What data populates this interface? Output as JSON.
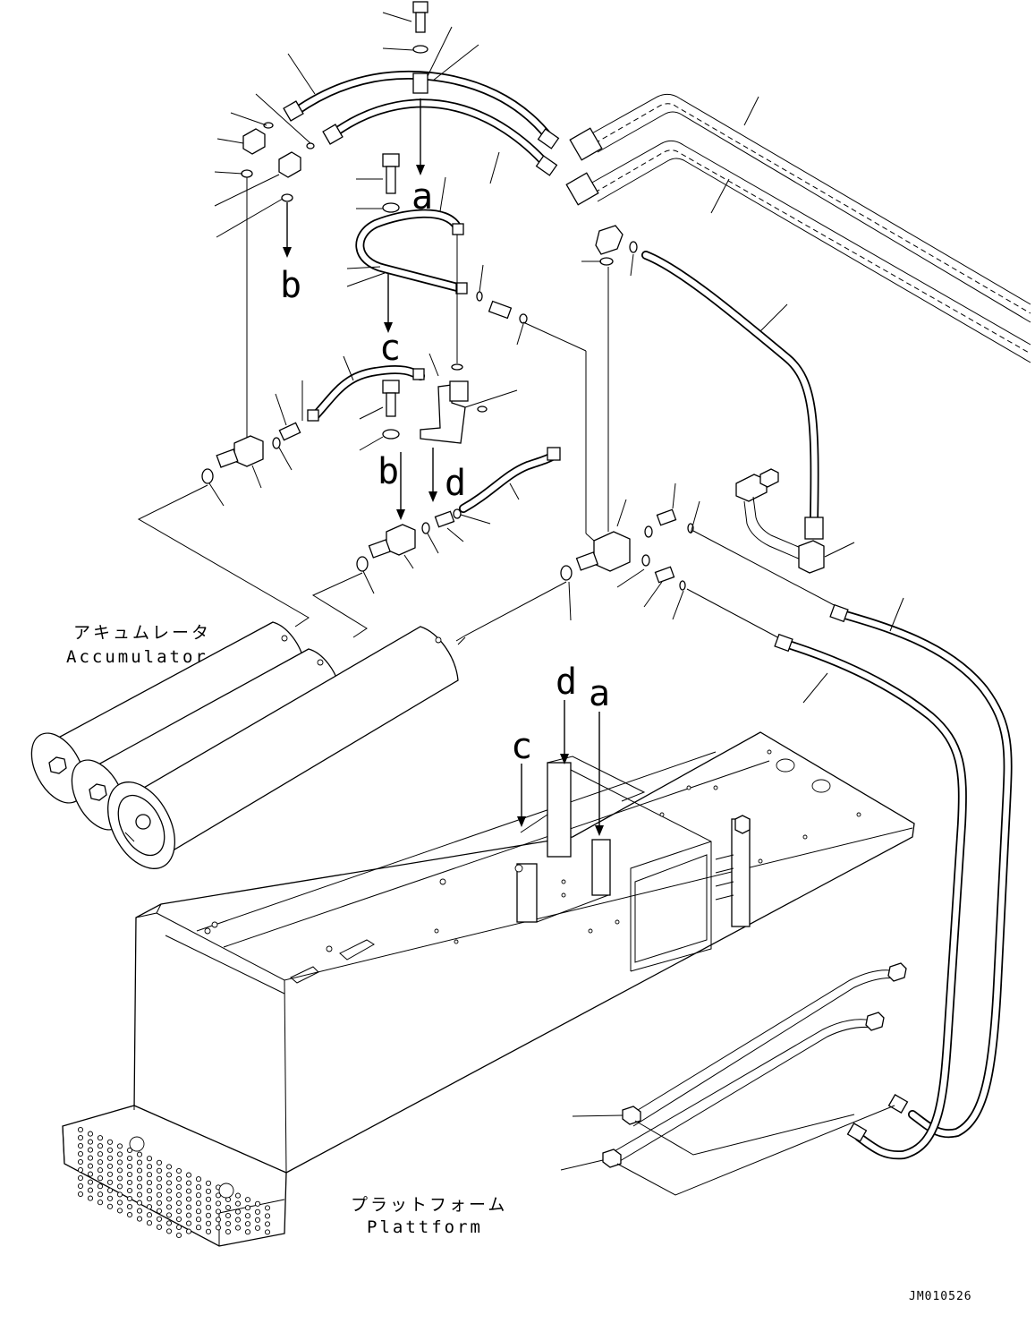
{
  "labels": {
    "accumulator_jp": "アキュムレータ",
    "accumulator_en": "Accumulator",
    "platform_jp": "プラットフォーム",
    "platform_en": "Plattform",
    "drawing_code": "JM010526"
  },
  "reference_letters": {
    "a_top": "a",
    "b_top": "b",
    "c_top": "c",
    "b_mid": "b",
    "d_mid": "d",
    "d_frame": "d",
    "a_frame": "a",
    "c_frame": "c"
  }
}
